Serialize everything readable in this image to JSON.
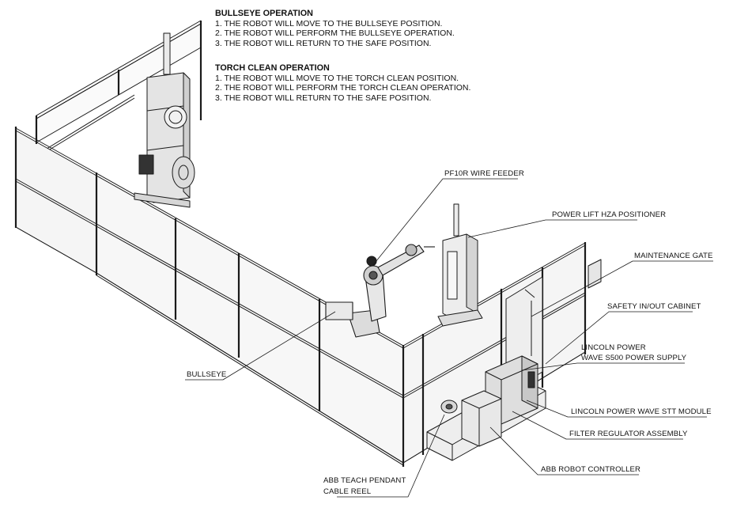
{
  "notes": {
    "bullseye": {
      "heading": "BULLSEYE OPERATION",
      "steps": [
        "1. THE ROBOT WILL MOVE TO THE BULLSEYE POSITION.",
        "2. THE ROBOT WILL PERFORM THE BULLSEYE OPERATION.",
        "3. THE ROBOT WILL RETURN TO THE SAFE POSITION."
      ]
    },
    "torch_clean": {
      "heading": "TORCH CLEAN OPERATION",
      "steps": [
        "1. THE ROBOT WILL MOVE TO THE TORCH CLEAN POSITION.",
        "2. THE ROBOT WILL PERFORM THE TORCH CLEAN OPERATION.",
        "3. THE ROBOT WILL RETURN TO THE SAFE POSITION."
      ]
    }
  },
  "callouts": {
    "wire_feeder": "PF10R WIRE FEEDER",
    "positioner": "POWER LIFT HZA POSITIONER",
    "maintenance_gate": "MAINTENANCE GATE",
    "safety_cabinet": "SAFETY IN/OUT CABINET",
    "power_supply_line1": "LINCOLN POWER",
    "power_supply_line2": "WAVE S500 POWER SUPPLY",
    "bullseye": "BULLSEYE",
    "stt_module": "LINCOLN POWER WAVE STT MODULE",
    "filter_regulator": "FILTER REGULATOR ASSEMBLY",
    "robot_controller": "ABB ROBOT CONTROLLER",
    "teach_pendant_line1": "ABB TEACH PENDANT",
    "teach_pendant_line2": "CABLE REEL"
  }
}
